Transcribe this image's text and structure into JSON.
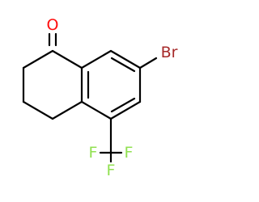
{
  "molecule": {
    "atoms": {
      "oxygen": {
        "label": "O",
        "color": "#ff0d0d"
      },
      "bromine": {
        "label": "Br",
        "color": "#a62929"
      },
      "fluorine_1": {
        "label": "F",
        "color": "#90e050"
      },
      "fluorine_2": {
        "label": "F",
        "color": "#90e050"
      },
      "fluorine_3": {
        "label": "F",
        "color": "#90e050"
      }
    }
  }
}
